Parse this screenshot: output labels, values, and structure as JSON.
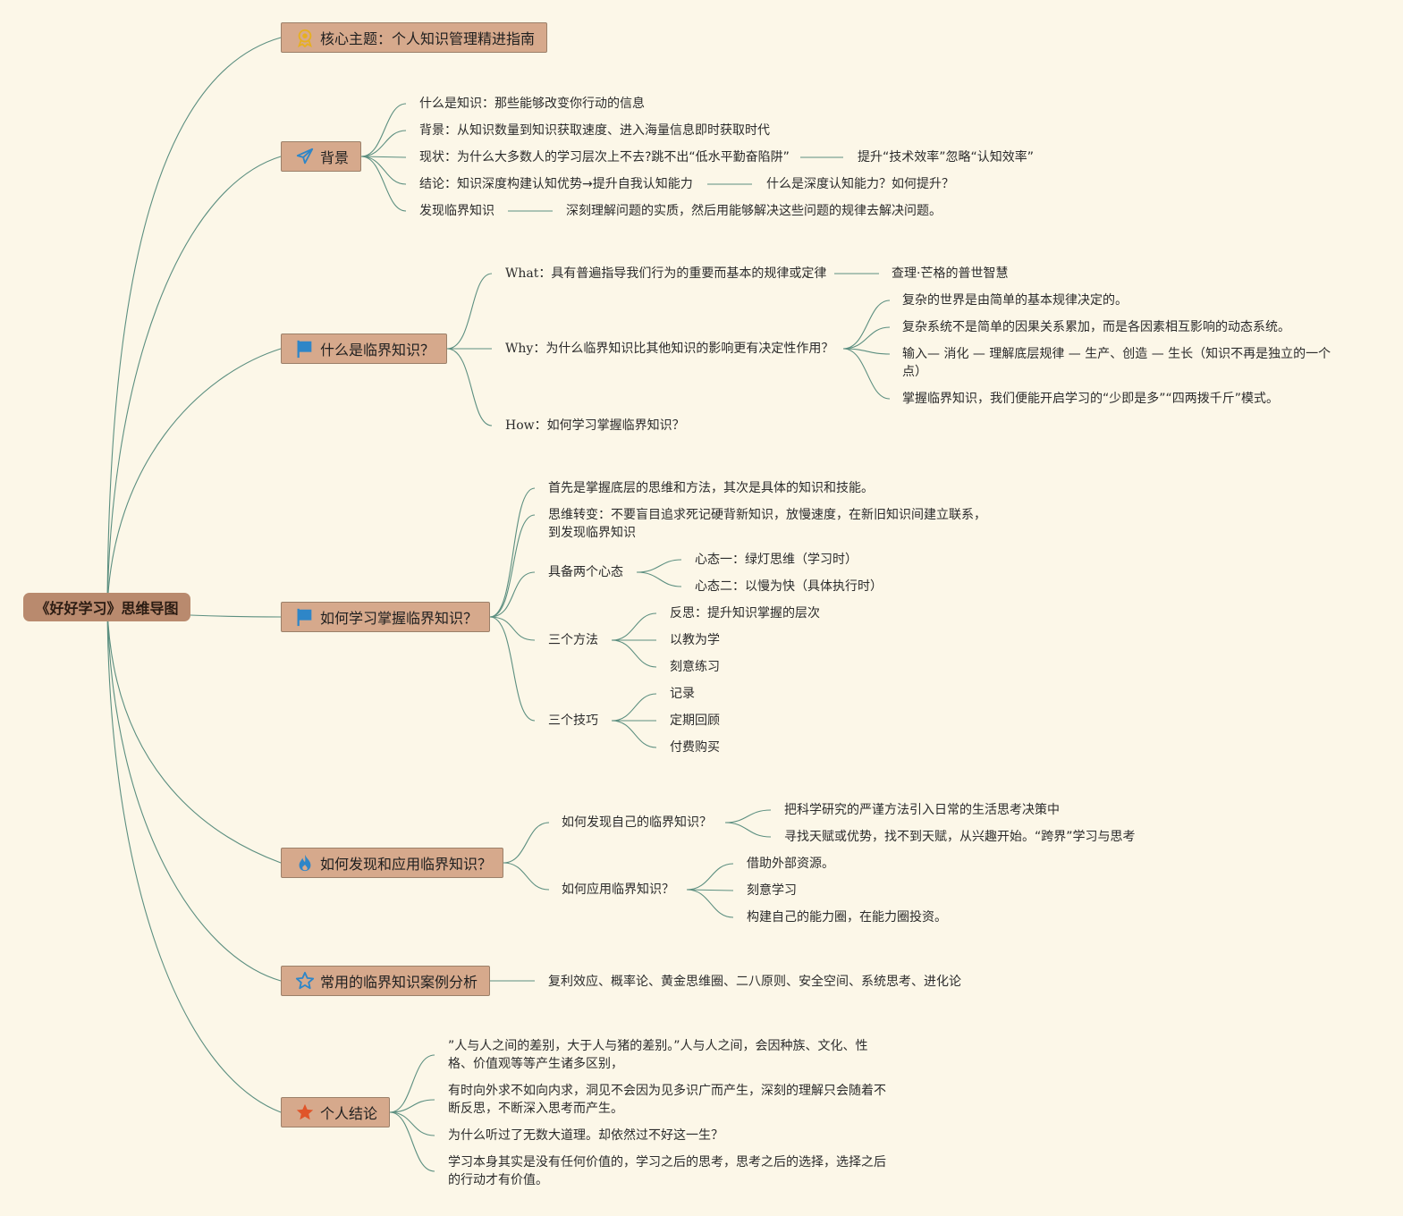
{
  "root": {
    "label": "《好好学习》思维导图"
  },
  "branches": {
    "core": {
      "label": "核心主题：个人知识管理精进指南",
      "icon": "sun-badge-icon",
      "icon_color": "#e7b01f"
    },
    "background": {
      "label": "背景",
      "icon": "paper-plane-icon",
      "icon_color": "#2e86c8"
    },
    "what_is": {
      "label": "什么是临界知识？",
      "icon": "flag-icon",
      "icon_color": "#2e86c8"
    },
    "how_learn": {
      "label": "如何学习掌握临界知识？",
      "icon": "flag-icon",
      "icon_color": "#2e86c8"
    },
    "discover_apply": {
      "label": "如何发现和应用临界知识？",
      "icon": "flame-icon",
      "icon_color": "#2e86c8"
    },
    "cases": {
      "label": "常用的临界知识案例分析",
      "icon": "star-outline-icon",
      "icon_color": "#2e86c8"
    },
    "conclusion": {
      "label": "个人结论",
      "icon": "star-filled-icon",
      "icon_color": "#e0552a"
    }
  },
  "background_items": [
    "什么是知识：那些能够改变你行动的信息",
    "背景：从知识数量到知识获取速度、进入海量信息即时获取时代",
    "现状：为什么大多数人的学习层次上不去?跳不出“低水平勤奋陷阱”",
    "结论：知识深度构建认知优势→提升自我认知能力",
    "发现临界知识"
  ],
  "background_sub": [
    "提升“技术效率”忽略“认知效率”",
    "什么是深度认知能力？如何提升？",
    "深刻理解问题的实质，然后用能够解决这些问题的规律去解决问题。"
  ],
  "what_items": [
    "What：具有普遍指导我们行为的重要而基本的规律或定律",
    "Why：为什么临界知识比其他知识的影响更有决定性作用？",
    "How：如何学习掌握临界知识？"
  ],
  "what_sub": "查理·芒格的普世智慧",
  "why_sub": [
    "复杂的世界是由简单的基本规律决定的。",
    "复杂系统不是简单的因果关系累加，而是各因素相互影响的动态系统。",
    "输入— 消化 — 理解底层规律 — 生产、创造 — 生长（知识不再是独立的一个点）",
    "掌握临界知识，我们便能开启学习的“少即是多”“四两拨千斤”模式。"
  ],
  "how_items": [
    "首先是掌握底层的思维和方法，其次是具体的知识和技能。",
    "思维转变：不要盲目追求死记硬背新知识，放慢速度，在新旧知识间建立联系，到发现临界知识",
    "具备两个心态",
    "三个方法",
    "三个技巧"
  ],
  "mindsets": [
    "心态一：绿灯思维（学习时）",
    "心态二：以慢为快（具体执行时）"
  ],
  "methods": [
    "反思：提升知识掌握的层次",
    "以教为学",
    "刻意练习"
  ],
  "techniques": [
    "记录",
    "定期回顾",
    "付费购买"
  ],
  "discover_items": [
    "如何发现自己的临界知识？",
    "如何应用临界知识？"
  ],
  "discover_sub": [
    "把科学研究的严谨方法引入日常的生活思考决策中",
    "寻找天赋或优势，找不到天赋，从兴趣开始。“跨界”学习与思考"
  ],
  "apply_sub": [
    "借助外部资源。",
    "刻意学习",
    "构建自己的能力圈，在能力圈投资。"
  ],
  "cases_items": [
    "复利效应、概率论、黄金思维圈、二八原则、安全空间、系统思考、进化论"
  ],
  "conclusion_items": [
    "”人与人之间的差别，大于人与猪的差别。”人与人之间，会因种族、文化、性格、价值观等等产生诸多区别，",
    "有时向外求不如向内求，洞见不会因为见多识广而产生，深刻的理解只会随着不断反思，不断深入思考而产生。",
    "为什么听过了无数大道理。却依然过不好这一生？",
    "学习本身其实是没有任何价值的，学习之后的思考，思考之后的选择，选择之后的行动才有价值。"
  ],
  "colors": {
    "background": "#fcf7e8",
    "link": "#5c8f80",
    "branch_fill": "#d6a98c",
    "root_fill": "#b98a6e"
  }
}
